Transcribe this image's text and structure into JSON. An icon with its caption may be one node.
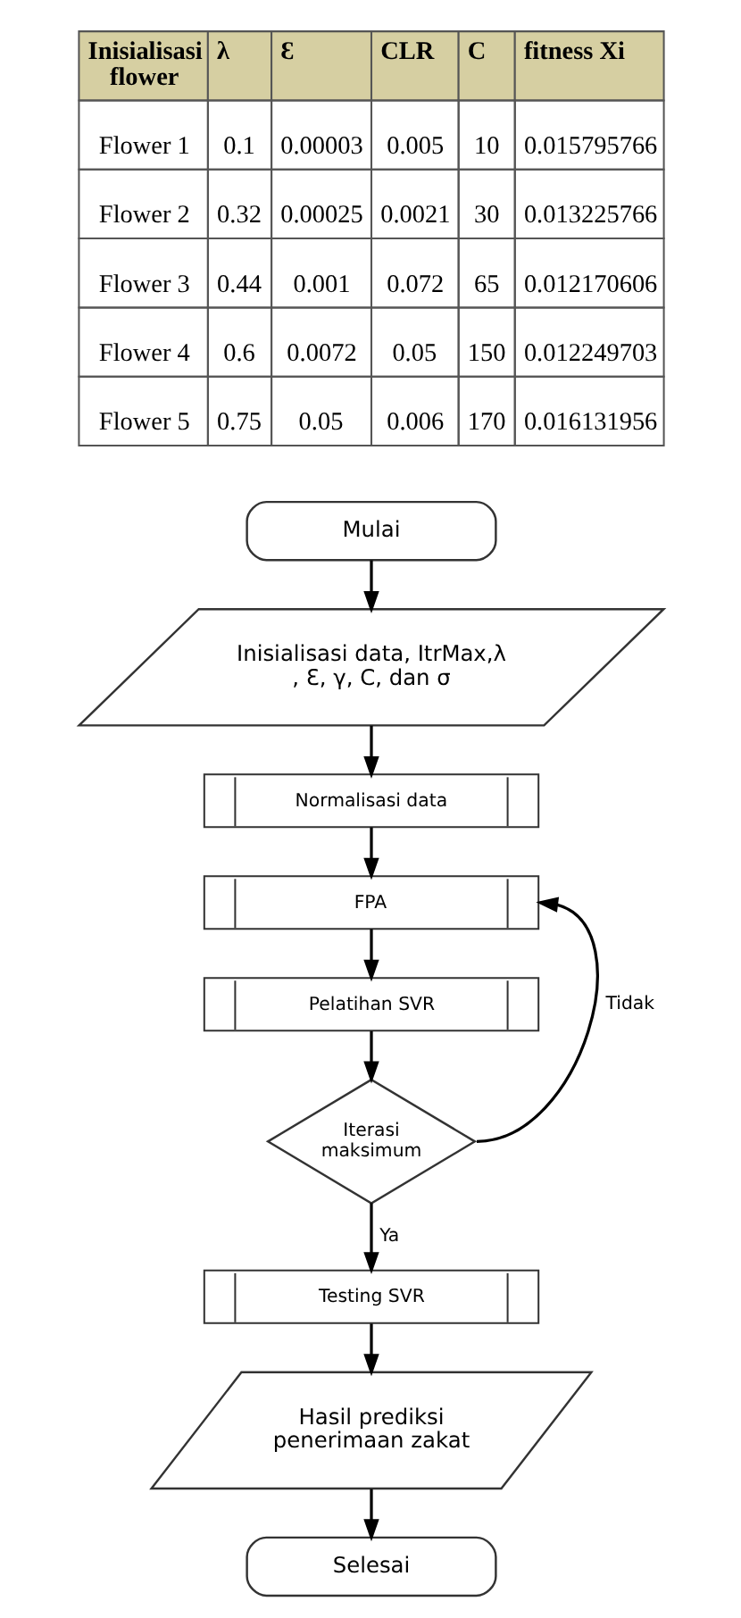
{
  "diagram": {
    "nodes": [
      {
        "text": [
          "Mulai"
        ]
      },
      {
        "text": [
          "Inisialisasi data, ItrMax,λ , Ɛ, γ, C, dan σ"
        ]
      },
      {
        "text": [
          "Normalisasi data"
        ]
      },
      {
        "text": [
          "FPA"
        ]
      },
      {
        "text": [
          "Pelatihan SVR"
        ]
      },
      {
        "text": [
          "Iterasi maksimum"
        ]
      },
      {
        "text": [
          "Testing SVR"
        ]
      },
      {
        "text": [
          "Hasil prediksi penerimaan zakat"
        ]
      },
      {
        "text": [
          "Selesai"
        ]
      }
    ],
    "edges": [
      {
        "from": 0,
        "to": 1,
        "arrow": "to"
      },
      {
        "from": 1,
        "to": 2,
        "arrow": "to"
      },
      {
        "from": 2,
        "to": 3,
        "arrow": "to"
      },
      {
        "from": 3,
        "to": 4,
        "arrow": "to"
      },
      {
        "from": 4,
        "to": 5,
        "arrow": "to"
      },
      {
        "from": 5,
        "to": 3,
        "arrow": "to",
        "label": "Tidak"
      },
      {
        "from": 5,
        "to": 6,
        "arrow": "to",
        "label": "Ya"
      },
      {
        "from": 6,
        "to": 7,
        "arrow": "to"
      },
      {
        "from": 7,
        "to": 8,
        "arrow": "to"
      }
    ],
    "labels": [
      "Inisialisasi flower",
      "λ",
      "Ɛ",
      "CLR",
      "C",
      "fitness Xi",
      "Flower 1",
      "0.1",
      "0.00003",
      "0.005",
      "10",
      "0.015795766",
      "Flower 2",
      "0.32",
      "0.00025",
      "0.0021",
      "30",
      "0.013225766",
      "Flower 3",
      "0.44",
      "0.001",
      "0.072",
      "65",
      "0.012170606",
      "Flower 4",
      "0.6",
      "0.0072",
      "0.05",
      "150",
      "0.012249703",
      "Flower 5",
      "0.75",
      "0.05",
      "0.006",
      "170",
      "0.016131956"
    ]
  }
}
